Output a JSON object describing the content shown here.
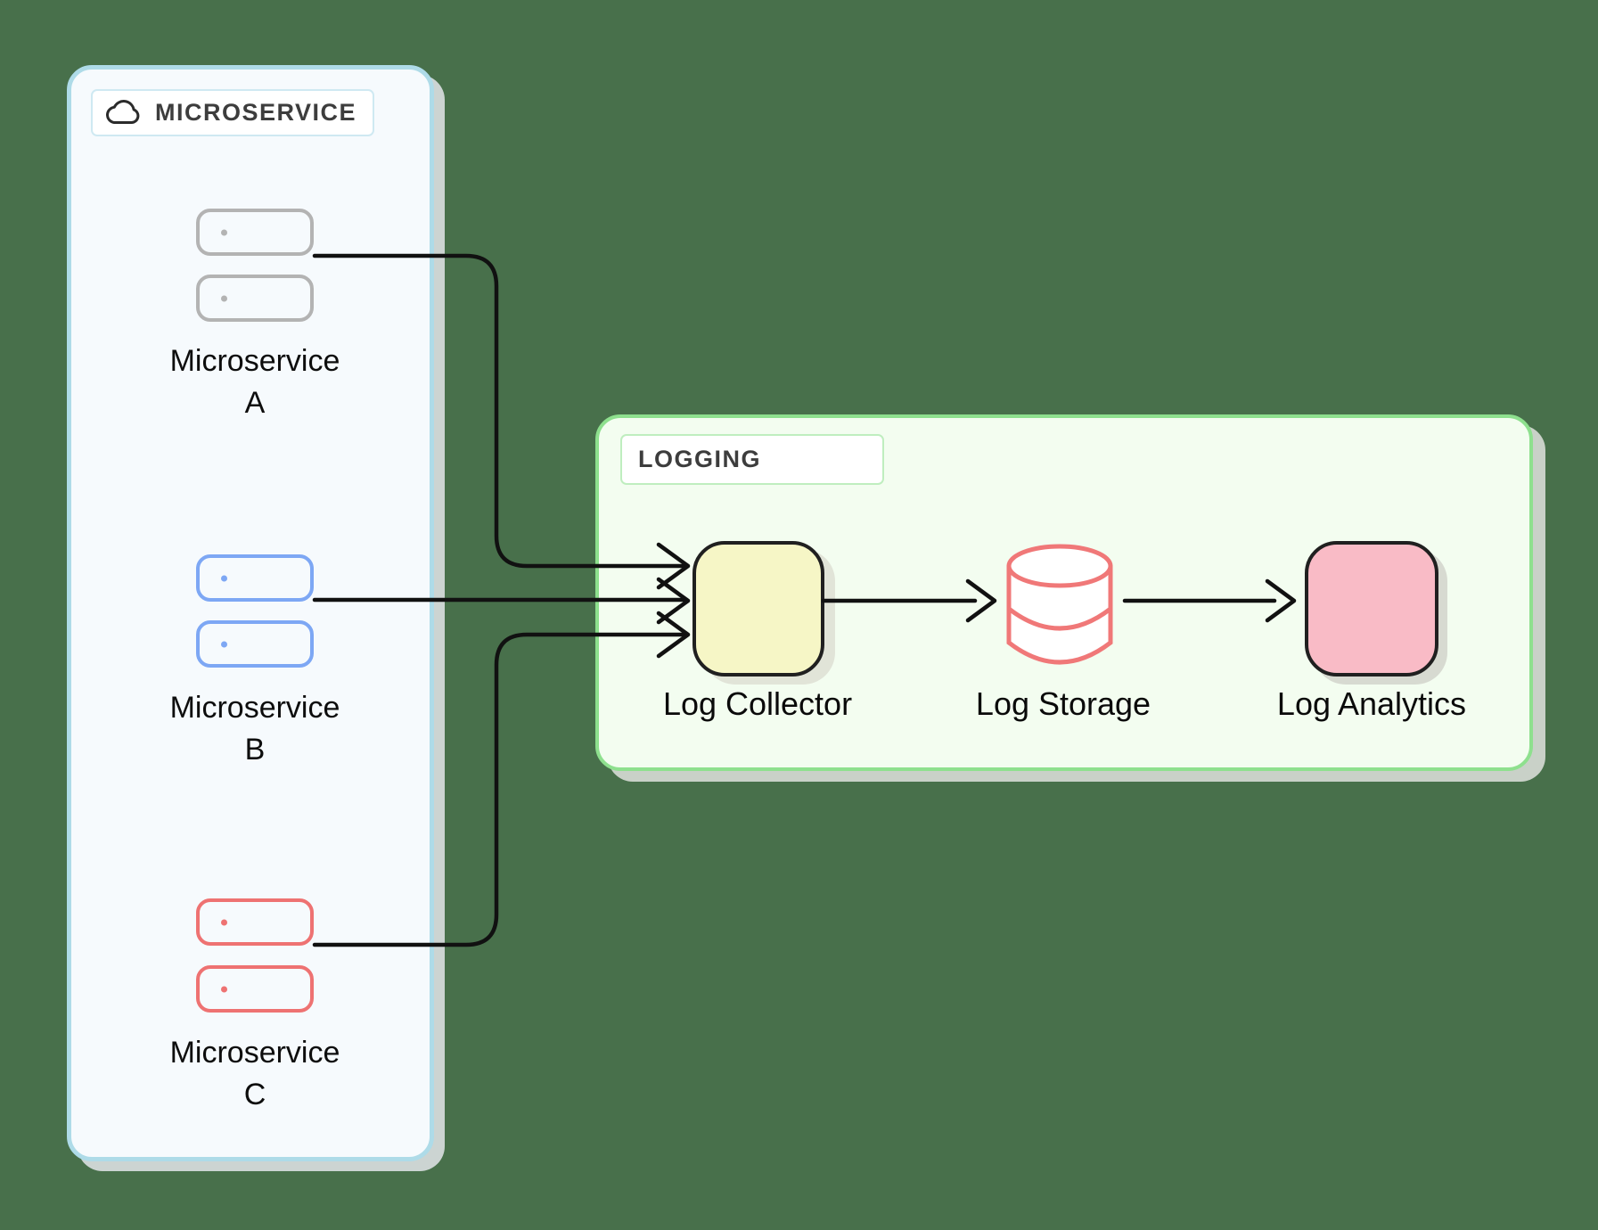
{
  "colors": {
    "background": "#48704b",
    "connector": "#111111",
    "header_text": "#3d3d3d",
    "ms_panel_fill": "#f6fafd",
    "ms_panel_border": "#aedbe8",
    "log_panel_fill": "#f3fdf0",
    "log_panel_border": "#8ee08e",
    "collector_fill": "#f6f6c6",
    "analytics_fill": "#f9bbc6",
    "storage_stroke": "#f07878",
    "storage_fill": "#ffffff",
    "node_border": "#202020",
    "cloud_icon": "#2b2b2b"
  },
  "left_panel": {
    "title": "MICROSERVICE",
    "groups": [
      {
        "name": "Microservice",
        "letter": "A",
        "color": "#b3b3b3"
      },
      {
        "name": "Microservice",
        "letter": "B",
        "color": "#7da7f4"
      },
      {
        "name": "Microservice",
        "letter": "C",
        "color": "#ee7272"
      }
    ]
  },
  "logging_panel": {
    "title": "LOGGING",
    "nodes": [
      {
        "label": "Log Collector"
      },
      {
        "label": "Log Storage"
      },
      {
        "label": "Log Analytics"
      }
    ]
  }
}
